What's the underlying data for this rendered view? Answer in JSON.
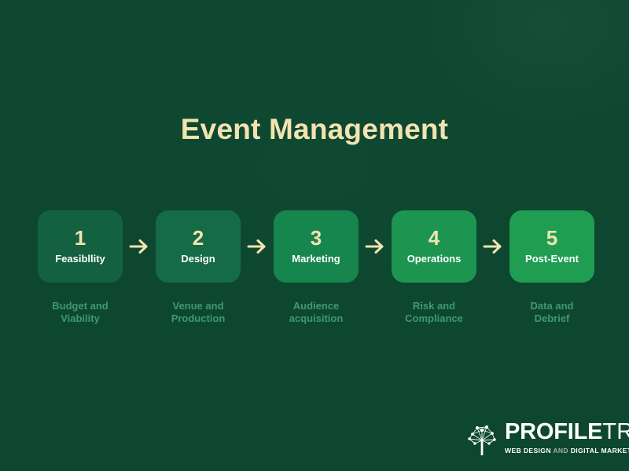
{
  "theme": {
    "background": "#0d4730",
    "title_color": "#f3e3b0",
    "number_color": "#f3e3b0",
    "label_color": "#ffffff",
    "caption_color": "#3f9a6c",
    "arrow_color": "#f3e3b0"
  },
  "header": {
    "title": "Event Management"
  },
  "flow": {
    "steps": [
      {
        "number": "1",
        "label": "Feasibllity",
        "caption_line1": "Budget and",
        "caption_line2": "Viability",
        "card_color": "#136141"
      },
      {
        "number": "2",
        "label": "Design",
        "caption_line1": "Venue and",
        "caption_line2": "Production",
        "card_color": "#156b46"
      },
      {
        "number": "3",
        "label": "Marketing",
        "caption_line1": "Audience",
        "caption_line2": "acquisition",
        "card_color": "#17854e"
      },
      {
        "number": "4",
        "label": "Operations",
        "caption_line1": "Risk and",
        "caption_line2": "Compliance",
        "card_color": "#1d9551"
      },
      {
        "number": "5",
        "label": "Post-Event",
        "caption_line1": "Data and",
        "caption_line2": "Debrief",
        "card_color": "#1f9e52"
      }
    ],
    "arrow_icon": "arrow-right-icon"
  },
  "logo": {
    "mark_icon": "profiletree-network-tree-icon",
    "name_bold": "PROFILE",
    "name_light": "TREE",
    "tagline_part1": "WEB DESIGN",
    "tagline_conjunction": "AND",
    "tagline_part2": "DIGITAL MARKETING"
  }
}
